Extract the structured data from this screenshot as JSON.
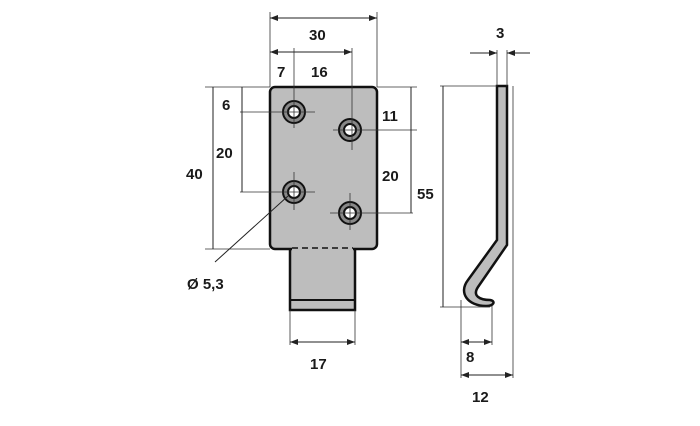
{
  "drawing": {
    "labels": {
      "width_total": "30",
      "hole_offset_x": "7",
      "hole_spacing_x": "16",
      "hole_offset_top": "6",
      "hole_spacing_left": "20",
      "plate_height": "40",
      "hole_diameter": "Ø 5,3",
      "hole_offset_top_right": "11",
      "hole_spacing_right": "20",
      "total_height": "55",
      "thickness": "3",
      "tab_width": "17",
      "hook_depth": "8",
      "profile_depth": "12"
    },
    "colors": {
      "part_fill": "#bdbdbd",
      "line": "#111111"
    }
  }
}
